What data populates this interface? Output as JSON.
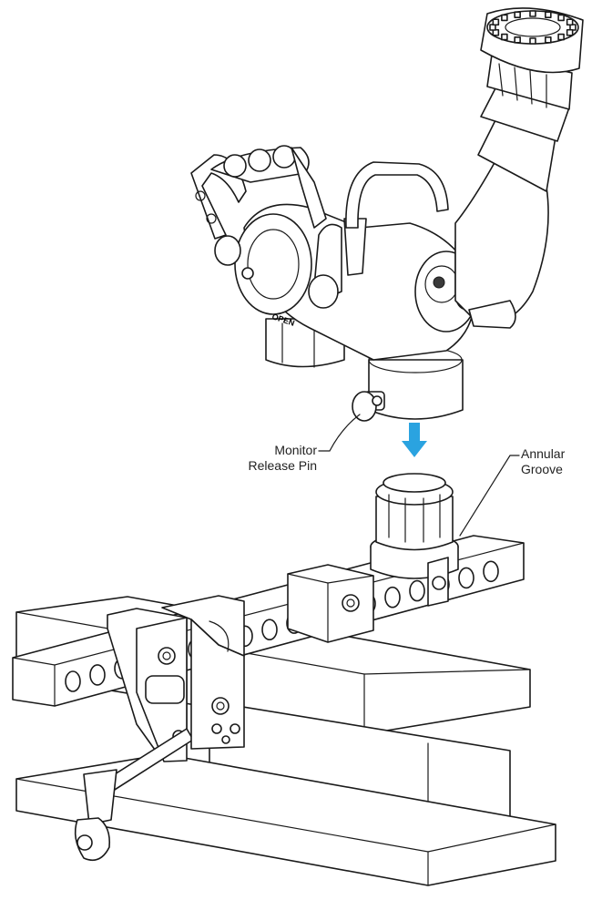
{
  "labels": {
    "monitor_release_pin": {
      "line1": "Monitor",
      "line2": "Release Pin"
    },
    "annular_groove": {
      "line1": "Annular",
      "line2": "Groove"
    },
    "open_mark": "OPEN"
  },
  "colors": {
    "line": "#1a1a1a",
    "arrow": "#2aa3e0",
    "fill": "#ffffff",
    "shade": "#d9d9d9"
  }
}
